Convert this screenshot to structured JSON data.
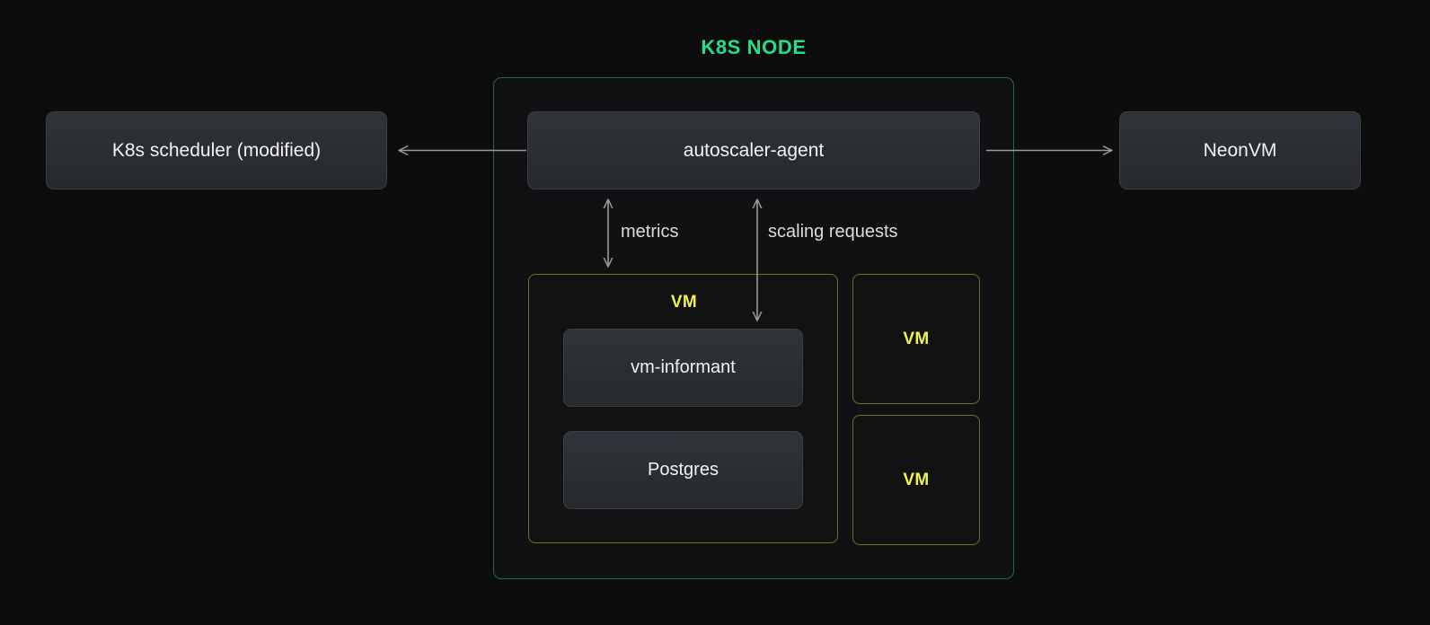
{
  "diagram": {
    "title": "K8S NODE",
    "background_color": "#0d0d0d",
    "node_border_color": "#1f6b4a",
    "title_color": "#22e08a",
    "vm_accent_color": "#f2f24e",
    "vm_border_color": "#6e6e33",
    "box_text_color": "#f2f2f2",
    "arrow_color": "#9a9a9a"
  },
  "external": {
    "scheduler": {
      "label": "K8s scheduler (modified)"
    },
    "neonvm": {
      "label": "NeonVM"
    }
  },
  "node": {
    "autoscaler_agent": {
      "label": "autoscaler-agent"
    },
    "vms": [
      {
        "label": "VM",
        "components": [
          {
            "label": "vm-informant"
          },
          {
            "label": "Postgres"
          }
        ]
      },
      {
        "label": "VM",
        "components": []
      },
      {
        "label": "VM",
        "components": []
      }
    ]
  },
  "edges": [
    {
      "id": "agent-to-scheduler",
      "label": "",
      "direction": "left"
    },
    {
      "id": "agent-to-neonvm",
      "label": "",
      "direction": "right"
    },
    {
      "id": "metrics",
      "label": "metrics",
      "direction": "bidirectional"
    },
    {
      "id": "scaling-requests",
      "label": "scaling requests",
      "direction": "bidirectional"
    }
  ]
}
